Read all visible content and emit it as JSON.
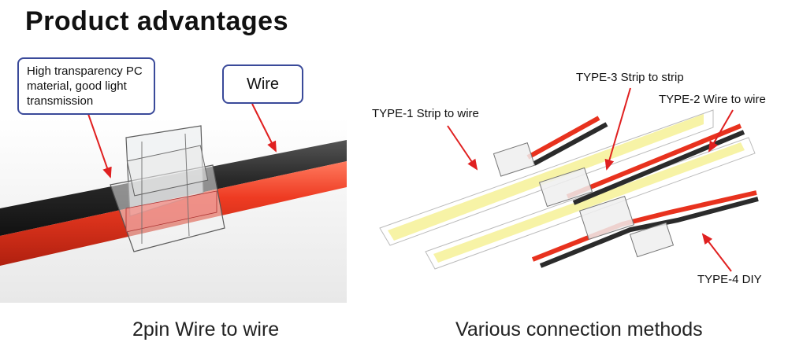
{
  "title": "Product advantages",
  "callouts": {
    "material": "High transparency PC material, good light transmission",
    "wire": "Wire"
  },
  "types": {
    "type1": "TYPE-1 Strip to wire",
    "type2": "TYPE-2 Wire to wire",
    "type3": "TYPE-3 Strip to strip",
    "type4": "TYPE-4 DIY"
  },
  "captions": {
    "left": "2pin Wire to wire",
    "right": "Various connection methods"
  },
  "colors": {
    "wire_black": "#2b2b2b",
    "wire_red": "#e8321e",
    "callout_border": "#3a4a9a",
    "arrow": "#e02020",
    "strip_yellow": "#f7f3a6"
  }
}
